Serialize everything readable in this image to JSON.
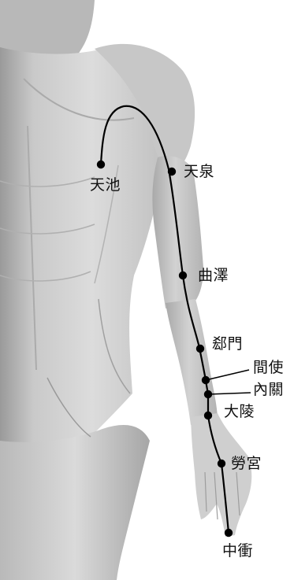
{
  "meridian": {
    "points": [
      {
        "id": "tianchi",
        "label": "天池"
      },
      {
        "id": "tianquan",
        "label": "天泉"
      },
      {
        "id": "quze",
        "label": "曲澤"
      },
      {
        "id": "ximen",
        "label": "郄門"
      },
      {
        "id": "jianshi",
        "label": "間使"
      },
      {
        "id": "neiguan",
        "label": "內關"
      },
      {
        "id": "daling",
        "label": "大陵"
      },
      {
        "id": "laogong",
        "label": "勞宮"
      },
      {
        "id": "zhongchong",
        "label": "中衝"
      }
    ],
    "colors": {
      "line": "#000000",
      "point": "#000000",
      "label_text": "#111111",
      "body_light": "#d9d9d9",
      "body_mid": "#bdbdbd",
      "body_dark": "#8f8f8f"
    }
  }
}
